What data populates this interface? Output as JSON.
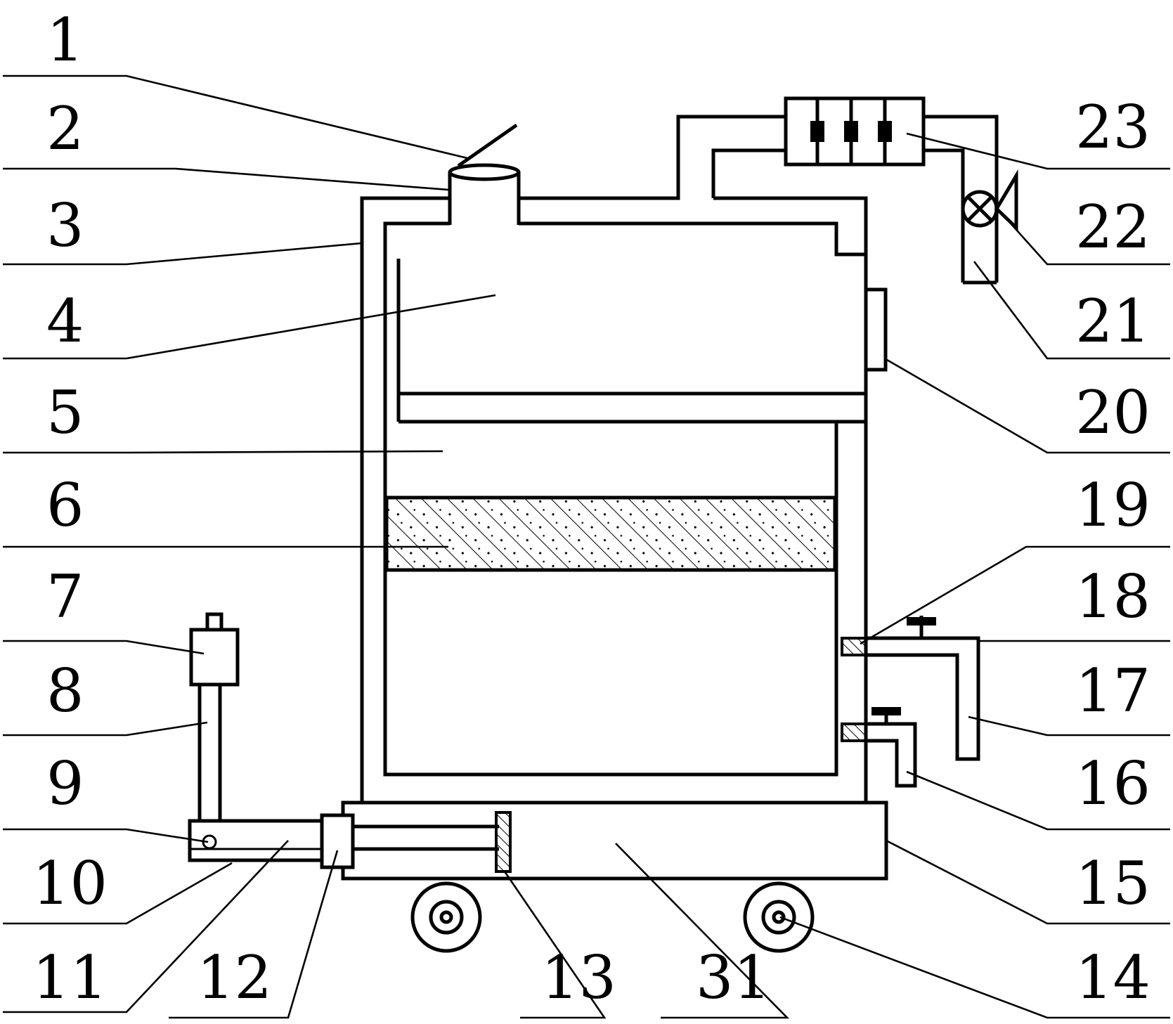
{
  "labels": {
    "left": [
      "1",
      "2",
      "3",
      "4",
      "5",
      "6",
      "7",
      "8",
      "9",
      "10",
      "11"
    ],
    "right": [
      "23",
      "22",
      "21",
      "20",
      "19",
      "18",
      "17",
      "16",
      "15",
      "14"
    ],
    "bottom": [
      "12",
      "13",
      "31"
    ]
  }
}
